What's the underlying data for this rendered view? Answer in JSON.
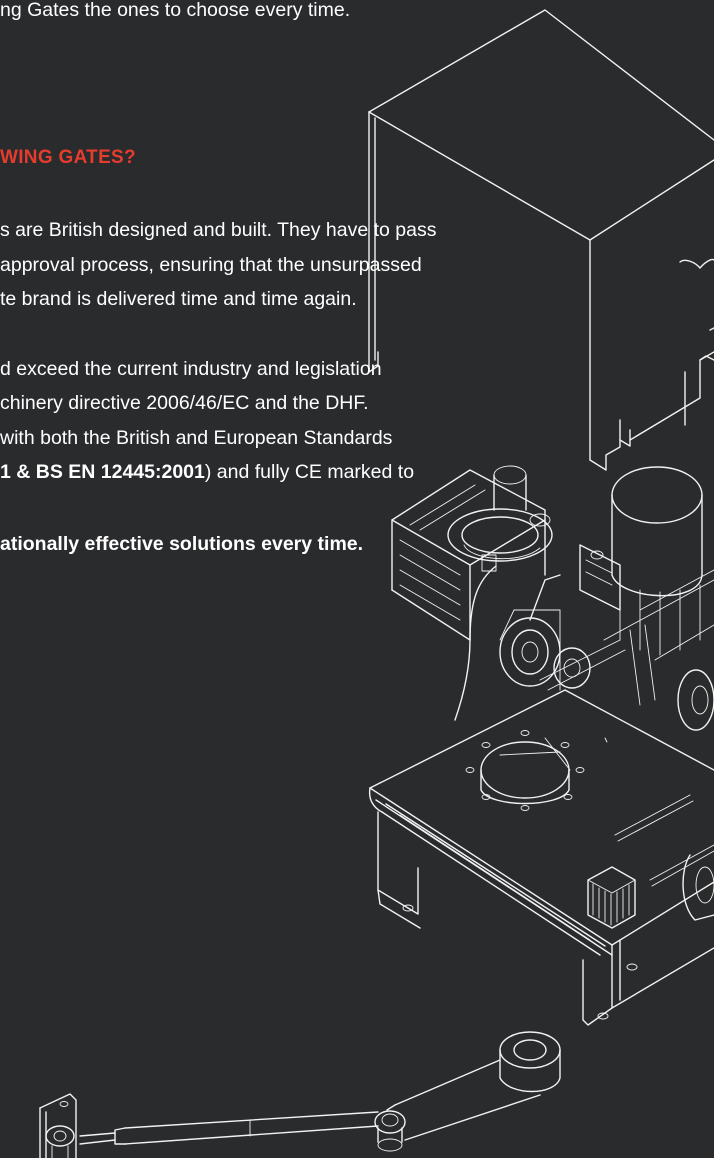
{
  "intro": {
    "line1": "ng Gates the ones to choose every time."
  },
  "section": {
    "heading": "WING GATES?",
    "paragraph1": [
      "s are British designed and built. They have to pass",
      " approval process, ensuring that the unsurpassed",
      "te brand is delivered time and time again."
    ],
    "paragraph2": {
      "line1": "d exceed the current industry and legislation",
      "line2": "chinery directive 2006/46/EC  and the DHF.",
      "line3": " with both the British and European Standards",
      "line4_bold": "1 & BS EN 12445:2001",
      "line4_rest": ") and fully CE marked  to"
    },
    "closing_bold": "ationally effective solutions every time."
  },
  "illustration": {
    "name": "swing-gate-motor-exploded-drawing",
    "stroke_color": "#f2f2f2",
    "background_color": "#2a2b2d",
    "accent_color": "#e53c2e"
  }
}
